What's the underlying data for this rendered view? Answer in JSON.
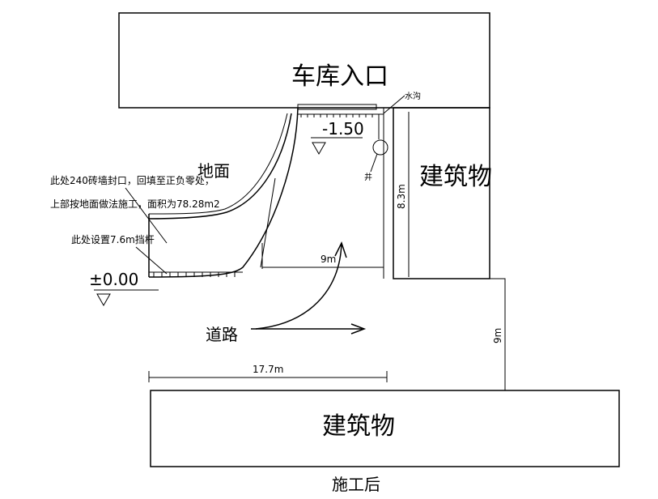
{
  "labels": {
    "garage_entrance": "车库入口",
    "building_right": "建筑物",
    "building_bottom": "建筑物",
    "ground": "地面",
    "road": "道路",
    "after_construction": "施工后",
    "water_channel": "水沟",
    "well": "井",
    "elev_low": "-1.50",
    "elev_zero": "±0.00",
    "dim_8_3": "8.3m",
    "dim_9_upper": "9m",
    "dim_9_right": "9m",
    "dim_17_7": "17.7m",
    "note_1": "此处240砖墙封口，回填至正负零处，",
    "note_2": "上部按地面做法施工，面积为78.28m2",
    "note_3": "此处设置7.6m挡杆"
  }
}
